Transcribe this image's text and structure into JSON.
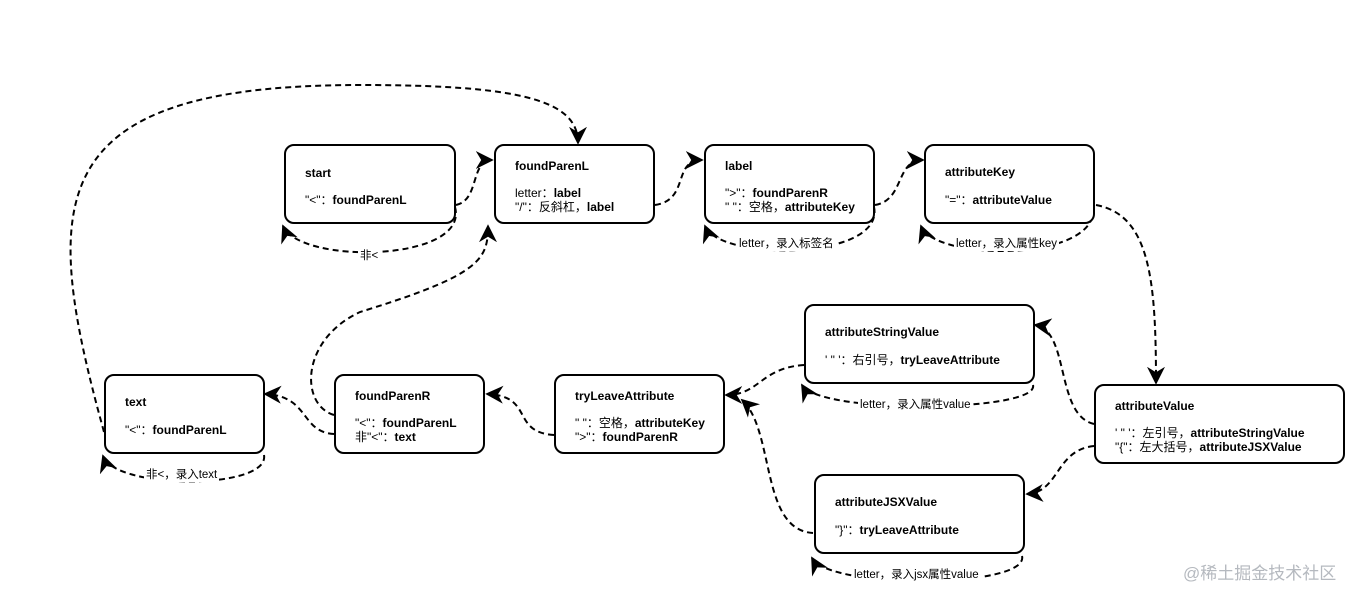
{
  "nodes": {
    "start": {
      "title": "start",
      "lines": [
        {
          "pre": "\"<\"：",
          "bold": "foundParenL"
        }
      ]
    },
    "foundParenL": {
      "title": "foundParenL",
      "lines": [
        {
          "pre": "letter：",
          "bold": "label"
        },
        {
          "pre": "\"/\"：反斜杠，",
          "bold": "label"
        }
      ]
    },
    "label": {
      "title": "label",
      "lines": [
        {
          "pre": "\">\"：",
          "bold": "foundParenR"
        },
        {
          "pre": "\" \"：空格，",
          "bold": "attributeKey"
        }
      ]
    },
    "attributeKey": {
      "title": "attributeKey",
      "lines": [
        {
          "pre": "\"=\"：",
          "bold": "attributeValue"
        }
      ]
    },
    "attributeStringValue": {
      "title": "attributeStringValue",
      "lines": [
        {
          "pre": "' \" '：右引号，",
          "bold": "tryLeaveAttribute"
        }
      ]
    },
    "attributeValue": {
      "title": "attributeValue",
      "lines": [
        {
          "pre": "' \" '：左引号，",
          "bold": "attributeStringValue"
        },
        {
          "pre": "\"{\"：左大括号，",
          "bold": "attributeJSXValue"
        }
      ]
    },
    "text": {
      "title": "text",
      "lines": [
        {
          "pre": "\"<\"：",
          "bold": "foundParenL"
        }
      ]
    },
    "foundParenR": {
      "title": "foundParenR",
      "lines": [
        {
          "pre": "\"<\"：",
          "bold": "foundParenL"
        },
        {
          "pre": "非\"<\"：",
          "bold": "text"
        }
      ]
    },
    "tryLeaveAttribute": {
      "title": "tryLeaveAttribute",
      "lines": [
        {
          "pre": "\" \"：空格，",
          "bold": "attributeKey"
        },
        {
          "pre": "\">\"：",
          "bold": "foundParenR"
        }
      ]
    },
    "attributeJSXValue": {
      "title": "attributeJSXValue",
      "lines": [
        {
          "pre": "\"}\"：",
          "bold": "tryLeaveAttribute"
        }
      ]
    }
  },
  "edge_labels": {
    "start_self": "非<",
    "label_self": "letter，录入标签名",
    "attributeKey_self": "letter，录入属性key",
    "attributeStringValue_self": "letter，录入属性value",
    "text_self": "非<，录入text",
    "attributeJSXValue_self": "letter，录入jsx属性value"
  },
  "watermark": "@稀土掘金技术社区"
}
